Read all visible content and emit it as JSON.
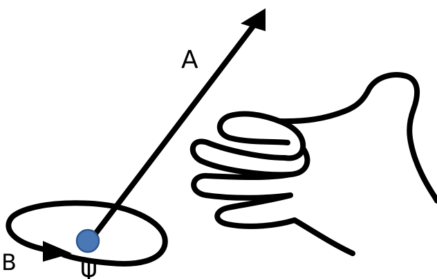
{
  "labels": {
    "vector": "A",
    "field": "B",
    "point": "ψ"
  },
  "colors": {
    "ink": "#000000",
    "point_fill": "#4a78b5",
    "point_stroke": "#2f5590",
    "background": "#ffffff"
  },
  "icons": {
    "hand": "thumbs-up-hand-icon",
    "arrow": "arrow-head-icon"
  }
}
